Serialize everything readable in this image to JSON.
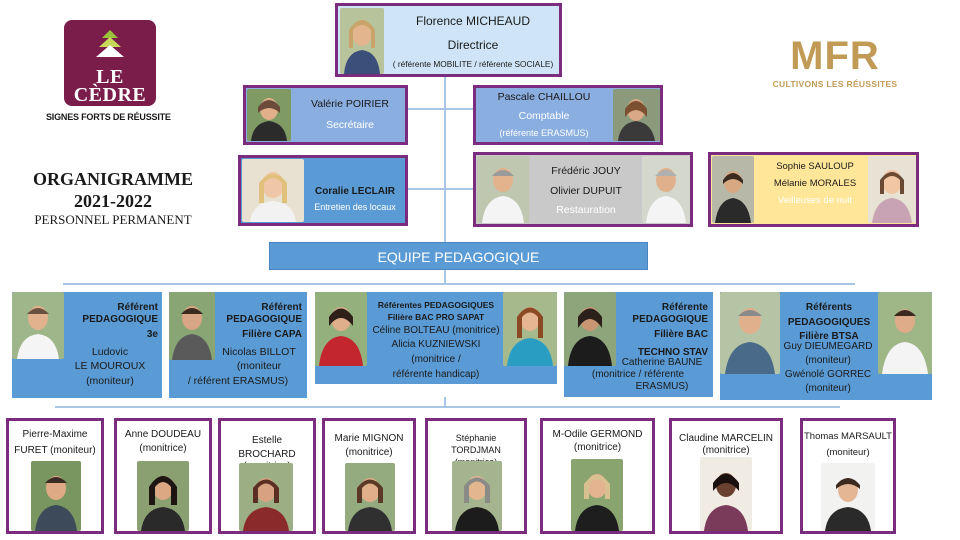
{
  "logos": {
    "left": {
      "name": "LE CÈDRE",
      "tagline": "SIGNES FORTS DE RÉUSSITE"
    },
    "right": {
      "name": "MFR",
      "tagline": "CULTIVONS LES RÉUSSITES"
    }
  },
  "title": {
    "line1": "ORGANIGRAMME",
    "line2": "2021-2022",
    "line3": "PERSONNEL PERMANENT"
  },
  "direction": {
    "name": "Florence MICHEAUD",
    "role": "Directrice",
    "detail": "( référente MOBILITE / référente SOCIALE)"
  },
  "admin": {
    "secretaire": {
      "name": "Valérie POIRIER",
      "role": "Secrétaire"
    },
    "comptable": {
      "name": "Pascale CHAILLOU",
      "role": "Comptable",
      "detail": "(référente ERASMUS)"
    },
    "entretien": {
      "name": "Coralie LECLAIR",
      "role": "Entretien des locaux"
    },
    "restauration": {
      "name1": "Frédéric JOUY",
      "name2": "Olivier DUPUIT",
      "role": "Restauration"
    },
    "veilleuses": {
      "name1": "Sophie SAULOUP",
      "name2": "Mélanie MORALES",
      "role": "Veilleuses de nuit"
    }
  },
  "equipe": {
    "label": "EQUIPE PEDAGOGIQUE"
  },
  "referents": [
    {
      "title1": "Référent",
      "title2": "PEDAGOGIQUE",
      "title3": "3e",
      "name1": "Ludovic",
      "name2": "LE MOUROUX",
      "note": "(moniteur)"
    },
    {
      "title1": "Référent",
      "title2": "PEDAGOGIQUE",
      "title3": "Filière CAPA",
      "name1": "Nicolas BILLOT",
      "name2": "(moniteur",
      "note": "/ référent ERASMUS)"
    },
    {
      "title1": "Référentes PEDAGOGIQUES",
      "title2": "Filière  BAC PRO SAPAT",
      "name1": "Céline BOLTEAU (monitrice)",
      "name2": "Alicia KUZNIEWSKI",
      "note1": "(monitrice /",
      "note2": "référente handicap)"
    },
    {
      "title1": "Référente",
      "title2": "PEDAGOGIQUE",
      "title3": "Filière BAC",
      "title4": "TECHNO STAV",
      "name1": "Catherine BAUNE",
      "note1": "(monitrice  / référente",
      "note2": "ERASMUS)"
    },
    {
      "title1": "Référents",
      "title2": "PEDAGOGIQUES",
      "title3": "Filière BTSA",
      "name1": "Guy DIEUMEGARD",
      "note1": "(moniteur)",
      "name2": "Gwénolé GORREC",
      "note2": "(moniteur)"
    }
  ],
  "moniteurs": [
    {
      "line1": "Pierre-Maxime",
      "line2": "FURET (moniteur)"
    },
    {
      "line1": "Anne DOUDEAU",
      "line2": "(monitrice)"
    },
    {
      "line1": "Estelle",
      "line2": "BROCHARD",
      "line3": "(monitrice)"
    },
    {
      "line1": "Marie MIGNON",
      "line2": "(monitrice)"
    },
    {
      "line1": "Stéphanie",
      "line2": "TORDJMAN",
      "line3": "(monitrice)"
    },
    {
      "line1": "M-Odile GERMOND",
      "line2": "(monitrice)"
    },
    {
      "line1": "Claudine MARCELIN",
      "line2": "(monitrice)"
    },
    {
      "line1": "Thomas MARSAULT",
      "line2": "(moniteur)"
    }
  ],
  "colors": {
    "purple_border": "#7b2c7e",
    "light_blue": "#cfe5f7",
    "medium_blue": "#8aaee0",
    "blue": "#5a9bd5",
    "gray": "#c9c9c9",
    "yellow": "#ffe699",
    "line": "#a9c6e4",
    "logo_burgundy": "#7a1d4a",
    "logo_gold": "#c19b56"
  }
}
